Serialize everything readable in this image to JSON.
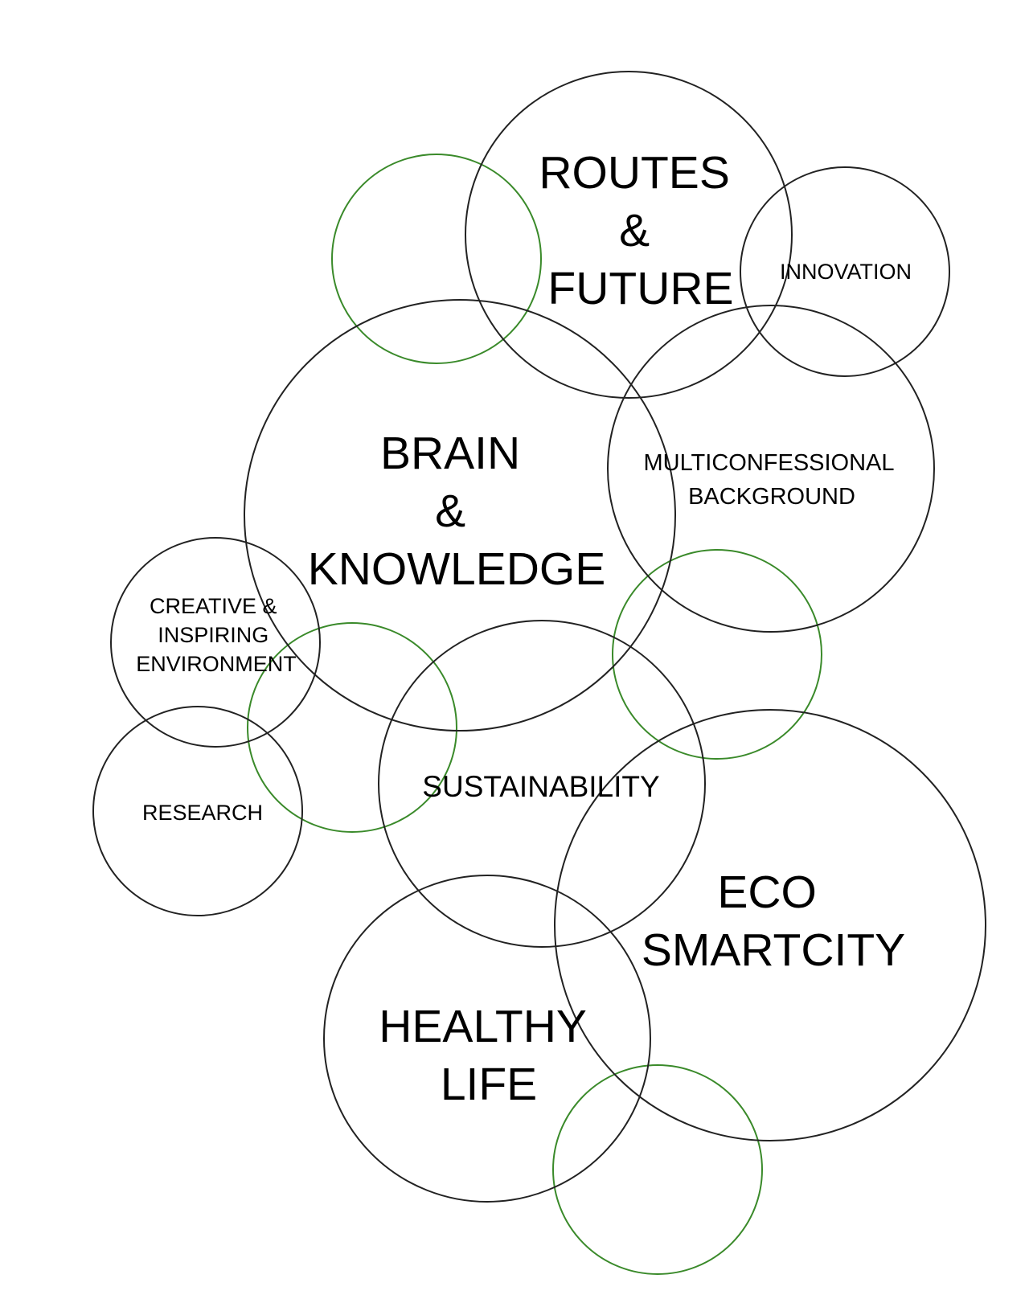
{
  "colors": {
    "outline": "#222222",
    "accent_green": "#3a8a2a",
    "text": "#000000",
    "background": "#ffffff"
  },
  "circles": {
    "routes": {
      "label_lines": [
        "ROUTES",
        "&",
        "FUTURE"
      ]
    },
    "innovation": {
      "label_lines": [
        "INNOVATION"
      ]
    },
    "brain": {
      "label_lines": [
        "BRAIN",
        "&",
        "KNOWLEDGE"
      ]
    },
    "multiconfessional": {
      "label_lines": [
        "MULTICONFESSIONAL",
        "BACKGROUND"
      ]
    },
    "creative": {
      "label_lines": [
        "CREATIVE &",
        "INSPIRING",
        "ENVIRONMENT"
      ]
    },
    "research": {
      "label_lines": [
        "RESEARCH"
      ]
    },
    "sustainability": {
      "label_lines": [
        "SUSTAINABILITY"
      ]
    },
    "eco": {
      "label_lines": [
        "ECO",
        "SMARTCITY"
      ]
    },
    "healthy": {
      "label_lines": [
        "HEALTHY",
        "LIFE"
      ]
    }
  }
}
